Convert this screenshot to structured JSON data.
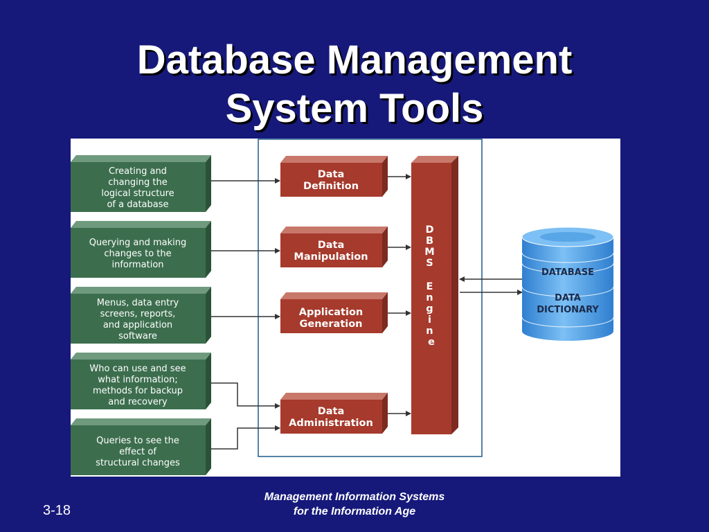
{
  "title": {
    "line1": "Database Management",
    "line2": "System Tools"
  },
  "diagram": {
    "inputs": [
      {
        "lines": [
          "Creating and",
          "changing the",
          "logical structure",
          "of a database"
        ]
      },
      {
        "lines": [
          "Querying and making",
          "changes to the",
          "information"
        ]
      },
      {
        "lines": [
          "Menus, data entry",
          "screens, reports,",
          "and application",
          "software"
        ]
      },
      {
        "lines": [
          "Who can use and see",
          "what information;",
          "methods for backup",
          "and recovery"
        ]
      },
      {
        "lines": [
          "Queries to see the",
          "effect of",
          "structural changes"
        ]
      }
    ],
    "tools": [
      {
        "lines": [
          "Data",
          "Definition"
        ]
      },
      {
        "lines": [
          "Data",
          "Manipulation"
        ]
      },
      {
        "lines": [
          "Application",
          "Generation"
        ]
      },
      {
        "lines": [
          "Data",
          "Administration"
        ]
      }
    ],
    "engine_letters": [
      "D",
      "B",
      "M",
      "S",
      "",
      "E",
      "n",
      "g",
      "i",
      "n",
      "e"
    ],
    "database": {
      "label1": "DATABASE",
      "label2_line1": "DATA",
      "label2_line2": "DICTIONARY"
    },
    "colors": {
      "green": "#3c6e4e",
      "red": "#a63a2c",
      "blue": "#4a9be0",
      "frame": "#1c5a8a"
    }
  },
  "footer": {
    "slide_number": "3-18",
    "line1": "Management Information Systems",
    "line2": "for the Information Age"
  }
}
